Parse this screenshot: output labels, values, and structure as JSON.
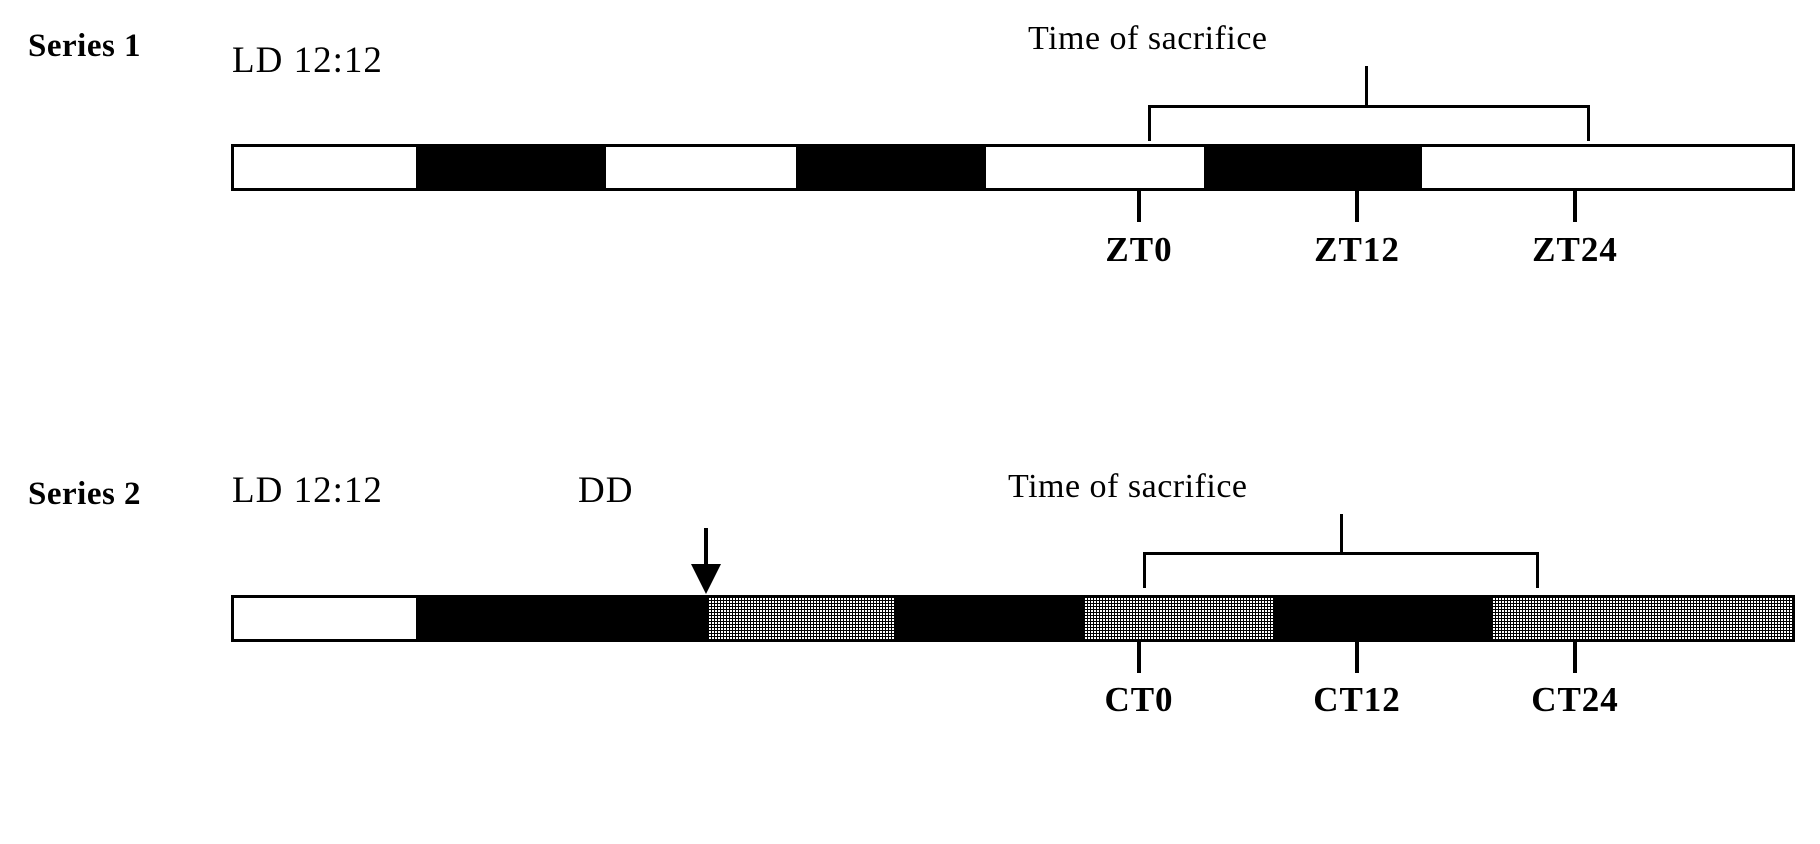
{
  "figure": {
    "type": "timeline-diagram",
    "description": "Circadian lighting protocol timelines for two experimental series",
    "bracket_label": "Time of sacrifice"
  },
  "series": [
    {
      "name": "Series 1",
      "condition_label": "LD 12:12",
      "bracket_label": "Time of sacrifice",
      "segments": [
        {
          "type": "light",
          "hours": 12
        },
        {
          "type": "dark",
          "hours": 12
        },
        {
          "type": "light",
          "hours": 12
        },
        {
          "type": "dark",
          "hours": 12
        },
        {
          "type": "light",
          "hours": 12
        },
        {
          "type": "dark",
          "hours": 12
        },
        {
          "type": "light",
          "hours": 12
        }
      ],
      "ticks": [
        {
          "label": "ZT0",
          "segment_index": 4
        },
        {
          "label": "ZT12",
          "segment_index": 5
        },
        {
          "label": "ZT24",
          "segment_index": 6
        }
      ]
    },
    {
      "name": "Series 2",
      "condition_label": "LD 12:12",
      "transition_label": "DD",
      "bracket_label": "Time of sacrifice",
      "segments": [
        {
          "type": "light",
          "hours": 12
        },
        {
          "type": "dark",
          "hours": 12
        },
        {
          "type": "subjective-day",
          "hours": 12
        },
        {
          "type": "dark",
          "hours": 12
        },
        {
          "type": "subjective-day",
          "hours": 12
        },
        {
          "type": "dark",
          "hours": 12
        },
        {
          "type": "subjective-day",
          "hours": 12
        }
      ],
      "ticks": [
        {
          "label": "CT0",
          "segment_index": 4
        },
        {
          "label": "CT12",
          "segment_index": 5
        },
        {
          "label": "CT24",
          "segment_index": 6
        }
      ]
    }
  ],
  "legend": {
    "light_color": "#ffffff",
    "dark_color": "#000000",
    "subjective_color": "#808080"
  }
}
